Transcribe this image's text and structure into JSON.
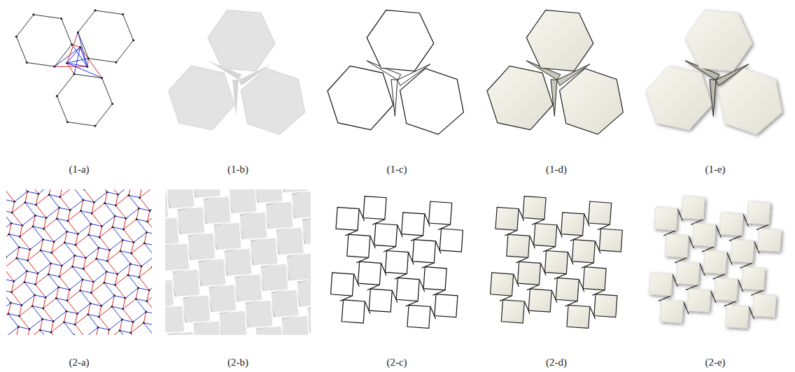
{
  "diagram": {
    "labels": [
      "(1-a)",
      "(1-b)",
      "(1-c)",
      "(1-d)",
      "(1-e)",
      "(2-a)",
      "(2-b)",
      "(2-c)",
      "(2-d)",
      "(2-e)"
    ]
  }
}
